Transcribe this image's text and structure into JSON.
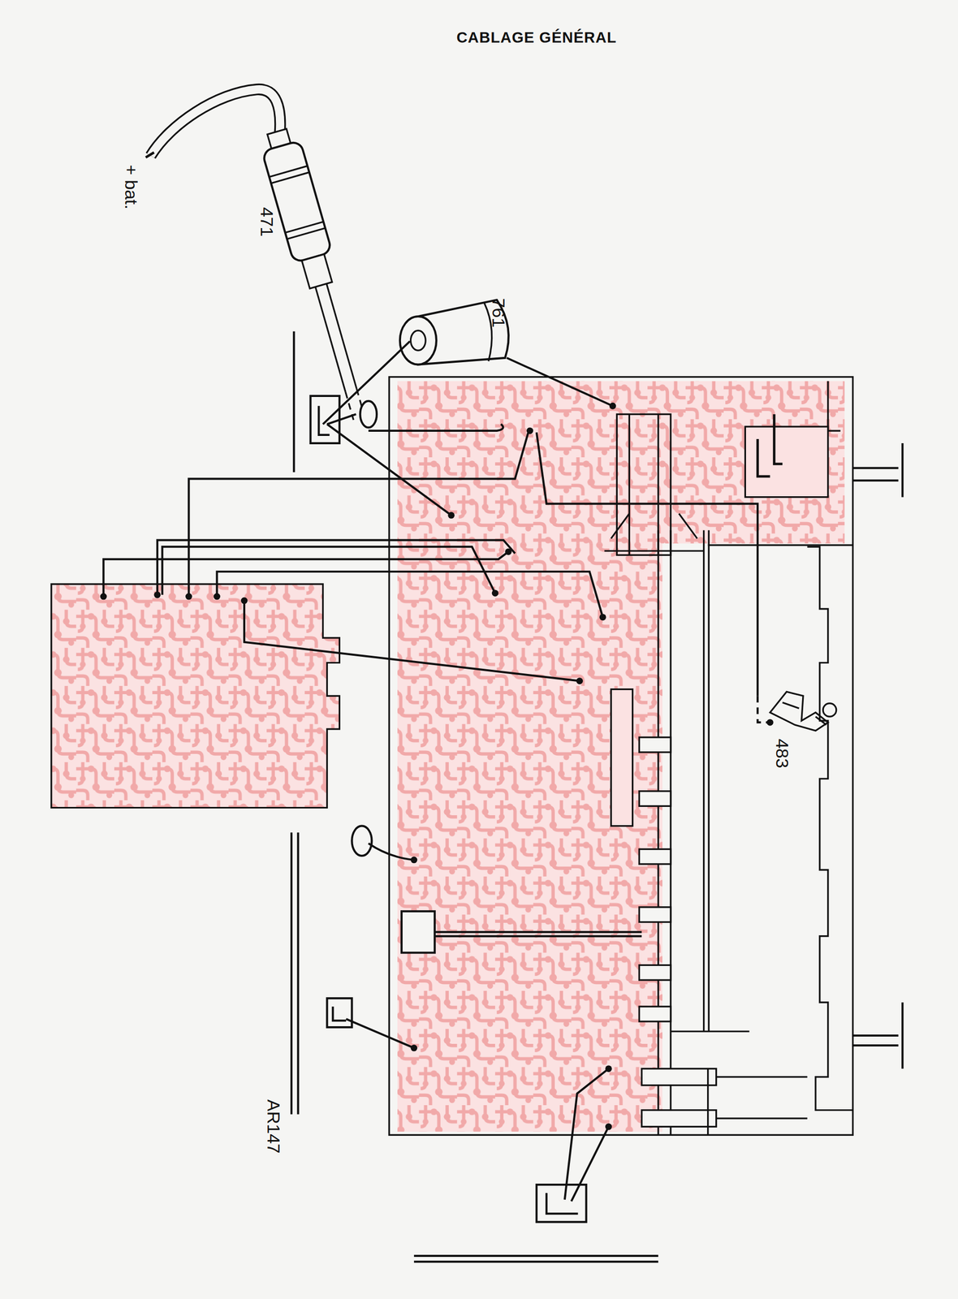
{
  "diagram": {
    "title": "CABLAGE GÉNÉRAL",
    "labels": [
      "+ bat.",
      "471",
      "761",
      "483",
      "AR147"
    ]
  }
}
